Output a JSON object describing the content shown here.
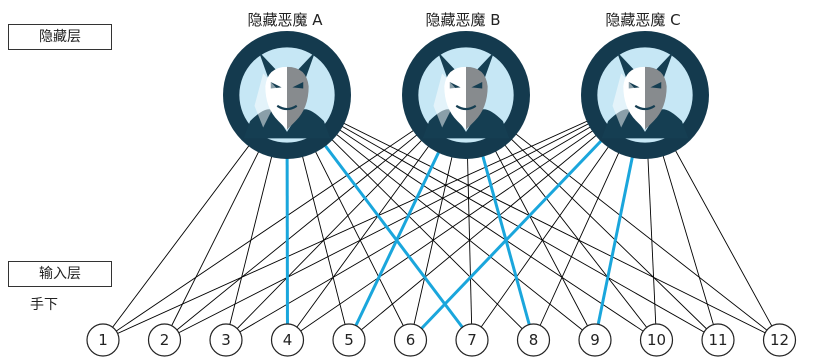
{
  "hidden_layer": {
    "label": "隐藏层",
    "demons": [
      {
        "name": "隐藏恶魔 A"
      },
      {
        "name": "隐藏恶魔 B"
      },
      {
        "name": "隐藏恶魔 C"
      }
    ]
  },
  "input_layer": {
    "label": "输入层",
    "sublabel": "手下",
    "nodes": [
      "1",
      "2",
      "3",
      "4",
      "5",
      "6",
      "7",
      "8",
      "9",
      "10",
      "11",
      "12"
    ]
  },
  "connections": {
    "normal_color": "#000000",
    "highlight_color": "#1aa6dc",
    "highlighted": [
      {
        "from": "隐藏恶魔 A",
        "to": "4"
      },
      {
        "from": "隐藏恶魔 A",
        "to": "7"
      },
      {
        "from": "隐藏恶魔 B",
        "to": "5"
      },
      {
        "from": "隐藏恶魔 B",
        "to": "8"
      },
      {
        "from": "隐藏恶魔 C",
        "to": "6"
      },
      {
        "from": "隐藏恶魔 C",
        "to": "9"
      }
    ]
  },
  "colors": {
    "demon_ring": "#143a4e",
    "demon_background": "#c6e7f5",
    "demon_face_light": "#ffffff",
    "demon_face_dark": "#878b8e",
    "demon_robe": "#153e52"
  },
  "icons": {
    "demon": "demon-icon"
  }
}
